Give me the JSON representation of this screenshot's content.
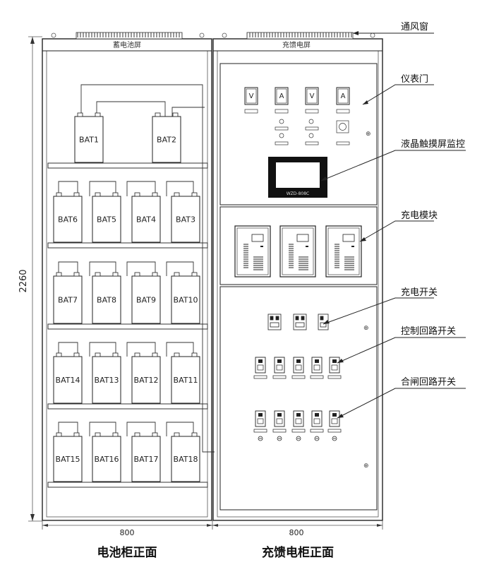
{
  "dimension": {
    "height": "2260",
    "width_left": "800",
    "width_right": "800"
  },
  "battery_cabinet": {
    "header": "蓄电池屏",
    "caption": "电池柜正面",
    "batteries": [
      "BAT1",
      "BAT2",
      "BAT6",
      "BAT5",
      "BAT4",
      "BAT3",
      "BAT7",
      "BAT8",
      "BAT9",
      "BAT10",
      "BAT14",
      "BAT13",
      "BAT12",
      "BAT11",
      "BAT15",
      "BAT16",
      "BAT17",
      "BAT18"
    ]
  },
  "charging_cabinet": {
    "header": "充馈电屏",
    "caption": "充馈电柜正面",
    "meters": [
      "V",
      "A",
      "V",
      "A"
    ],
    "lcd_model": "WZD-808C"
  },
  "callouts": [
    "通风窗",
    "仪表门",
    "液晶触摸屏监控",
    "充电模块",
    "充电开关",
    "控制回路开关",
    "合闸回路开关"
  ],
  "colors": {
    "line": "#222222",
    "lcd_frame": "#111111"
  }
}
